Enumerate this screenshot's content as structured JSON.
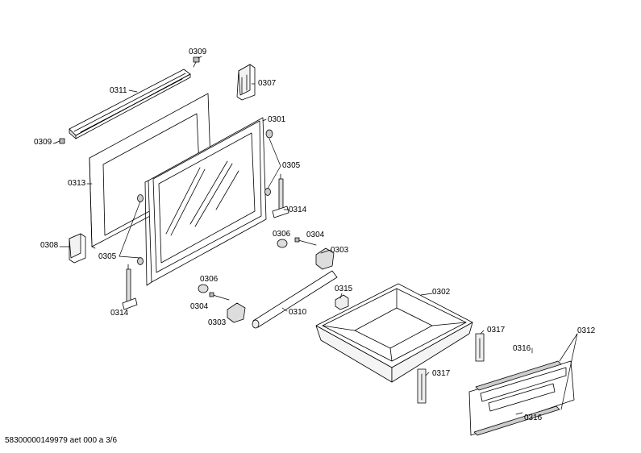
{
  "diagram": {
    "labels": {
      "l0309a": "0309",
      "l0307": "0307",
      "l0311": "0311",
      "l0301": "0301",
      "l0309b": "0309",
      "l0305a": "0305",
      "l0313": "0313",
      "l0314a": "0314",
      "l0306a": "0306",
      "l0304a": "0304",
      "l0303a": "0303",
      "l0308": "0308",
      "l0305b": "0305",
      "l0306b": "0306",
      "l0315": "0315",
      "l0302": "0302",
      "l0304b": "0304",
      "l0310": "0310",
      "l0303b": "0303",
      "l0314b": "0314",
      "l0317a": "0317",
      "l0312": "0312",
      "l0316a": "0316",
      "l0317b": "0317",
      "l0316b": "0316"
    },
    "footer": "58300000149979 aet 000 a 3/6"
  }
}
